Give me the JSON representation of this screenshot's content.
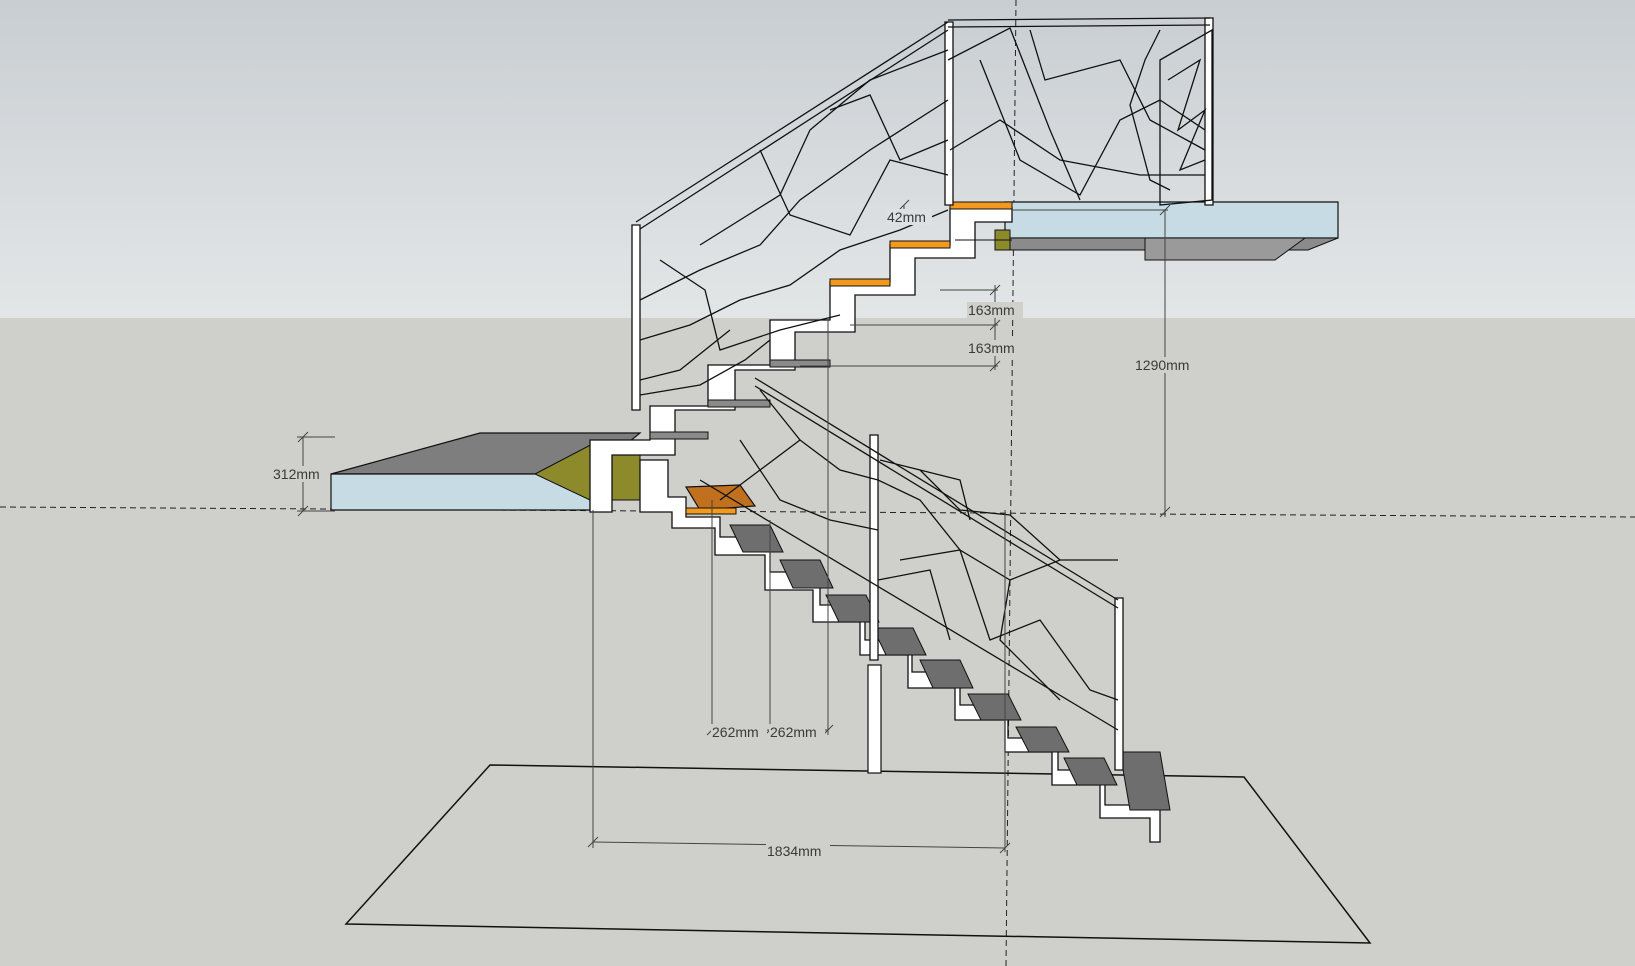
{
  "dimensions": {
    "tread_depth_top": "42mm",
    "riser_a": "163mm",
    "riser_b": "163mm",
    "landing_rise": "1290mm",
    "slab_thickness": "312mm",
    "going_a": "262mm",
    "going_b": "262mm",
    "total_run": "1834mm"
  },
  "colors": {
    "sky": "#d8dcdf",
    "ground": "#cfcfcb",
    "slab_top": "#7e7e7e",
    "slab_side": "#c7dbe5",
    "tread_highlight": "#f39a1e",
    "selected_tread": "#c0701e",
    "olive_face": "#8c8a2a",
    "stringer": "#ffffff",
    "line": "#111111"
  }
}
